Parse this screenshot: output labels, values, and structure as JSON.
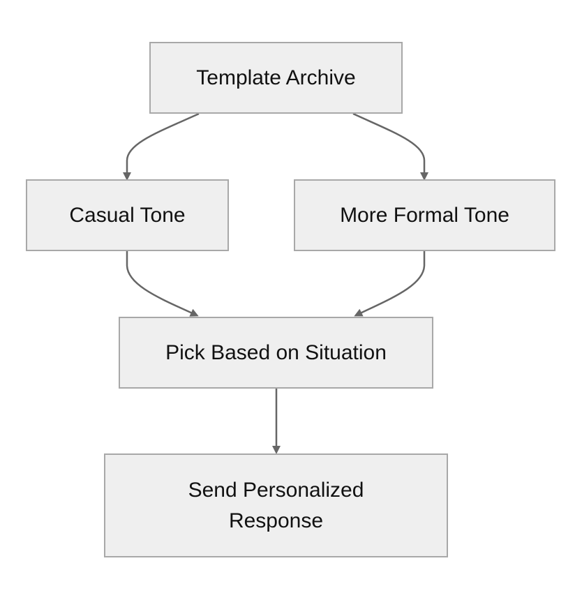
{
  "diagram": {
    "nodes": {
      "template_archive": "Template Archive",
      "casual_tone": "Casual Tone",
      "formal_tone": "More Formal Tone",
      "pick_based": "Pick Based on Situation",
      "send_response": "Send Personalized\nResponse"
    },
    "edges": [
      {
        "from": "Template Archive",
        "to": "Casual Tone"
      },
      {
        "from": "Template Archive",
        "to": "More Formal Tone"
      },
      {
        "from": "Casual Tone",
        "to": "Pick Based on Situation"
      },
      {
        "from": "More Formal Tone",
        "to": "Pick Based on Situation"
      },
      {
        "from": "Pick Based on Situation",
        "to": "Send Personalized\nResponse"
      }
    ],
    "colors": {
      "node_fill": "#efefef",
      "node_border": "#a8a8a8",
      "edge": "#666666",
      "text": "#111111"
    }
  }
}
